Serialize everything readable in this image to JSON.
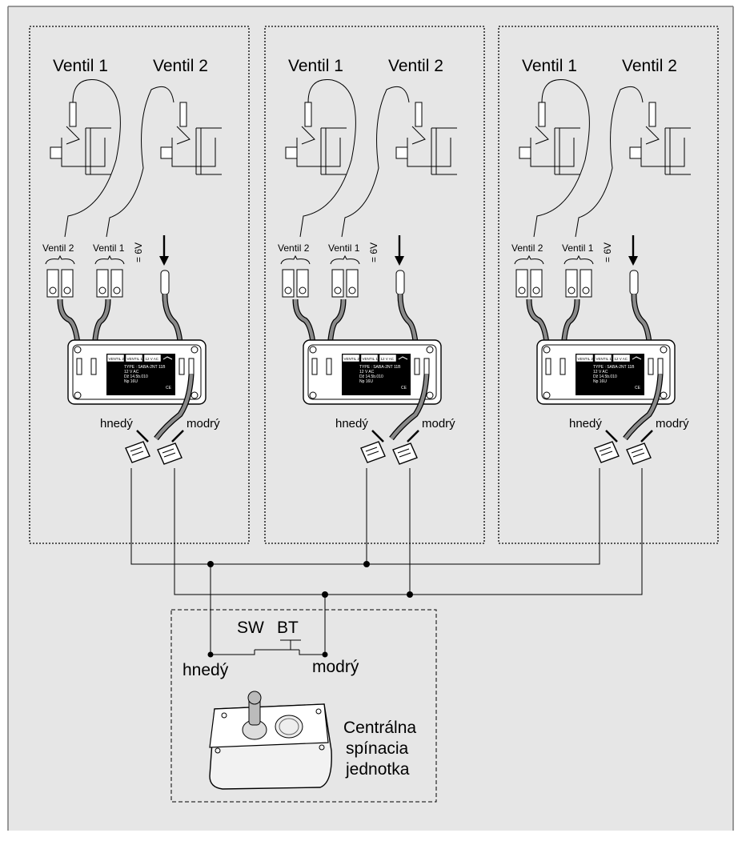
{
  "panels": [
    {
      "valve1_title": "Ventil 1",
      "valve2_title": "Ventil 2",
      "terminal_valve2": "Ventil 2",
      "terminal_valve1": "Ventil 1",
      "voltage": "= 6V",
      "wire_brown": "hnedý",
      "wire_blue": "modrý",
      "box_cells": [
        "VENTIL 2",
        "VENTIL 1",
        "12 V AC"
      ],
      "box_lines": [
        "TYPE : SABA-2NT 11B",
        "12 V AC",
        "Dž 14.5b.010",
        "Np  16U"
      ],
      "box_mark": "CE"
    },
    {
      "valve1_title": "Ventil 1",
      "valve2_title": "Ventil 2",
      "terminal_valve2": "Ventil 2",
      "terminal_valve1": "Ventil 1",
      "voltage": "= 6V",
      "wire_brown": "hnedý",
      "wire_blue": "modrý",
      "box_cells": [
        "VENTIL 2",
        "VENTIL 1",
        "12 V AC"
      ],
      "box_lines": [
        "TYPE : SABA-2NT 11B",
        "12 V AC",
        "Dž 14.5b.010",
        "Np  16U"
      ],
      "box_mark": "CE"
    },
    {
      "valve1_title": "Ventil 1",
      "valve2_title": "Ventil 2",
      "terminal_valve2": "Ventil 2",
      "terminal_valve1": "Ventil 1",
      "voltage": "= 6V",
      "wire_brown": "hnedý",
      "wire_blue": "modrý",
      "box_cells": [
        "VENTIL 2",
        "VENTIL 1",
        "12 V AC"
      ],
      "box_lines": [
        "TYPE : SABA-2NT 11B",
        "12 V AC",
        "Dž 14.5b.010",
        "Np  16U"
      ],
      "box_mark": "CE"
    }
  ],
  "central": {
    "switch_label": "SW",
    "button_label": "BT",
    "wire_brown": "hnedý",
    "wire_blue": "modrý",
    "caption_lines": [
      "Centrálna",
      "spínacia",
      "jednotka"
    ]
  },
  "colors": {
    "background": "#e6e6e6",
    "frame": "#7a7a7a",
    "plate": "#000000",
    "connector": "#ffffff"
  }
}
